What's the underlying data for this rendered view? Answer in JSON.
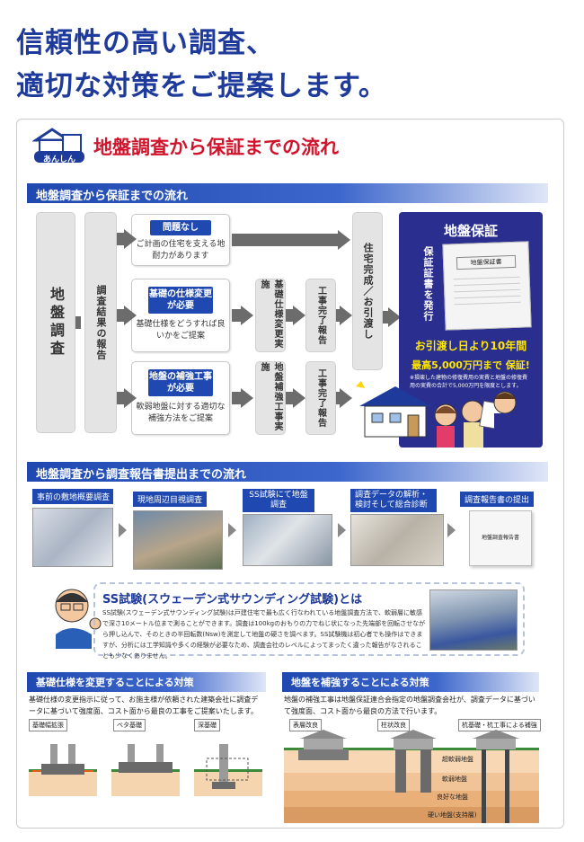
{
  "headline": {
    "line1": "信頼性の高い調査、",
    "line2": "適切な対策をご提案します。"
  },
  "panel_title": {
    "badge": "あんしん",
    "title": "地盤調査から保証までの流れ"
  },
  "flow_section": {
    "bar": "地盤調査から保証までの流れ",
    "survey": "地盤調査",
    "report": "調査結果の報告",
    "cases": [
      {
        "label": "問題なし",
        "desc": "ご計画の住宅を支える地耐力があります"
      },
      {
        "label": "基礎の仕様変更が必要",
        "desc": "基礎仕様をどうすれば良いかをご提案"
      },
      {
        "label": "地盤の補強工事が必要",
        "desc": "軟弱地盤に対する適切な補強方法をご提案"
      }
    ],
    "impl1": "基礎仕様変更実施",
    "impl2": "地盤補強工事実施",
    "done1": "工事完了報告",
    "done2": "工事完了報告",
    "complete": "住宅完成／お引渡し",
    "guarantee": {
      "title": "地盤保証",
      "issue": "保証証書を発行",
      "cert_title": "地盤保証書",
      "term": "お引渡し日より10年間",
      "max": "最高5,000万円まで 保証!",
      "note": "※損壊した建物の修復費用の実費と地盤の修復費用の実費の合計で5,000万円を限度とします。"
    }
  },
  "report_section": {
    "bar": "地盤調査から調査報告書提出までの流れ",
    "steps": [
      {
        "label": "事前の敷地概要調査"
      },
      {
        "label": "現地周辺目視調査"
      },
      {
        "label": "SS試験にて地盤調査"
      },
      {
        "label": "調査データの解析・検討そして総合診断"
      },
      {
        "label": "調査報告書の提出"
      }
    ],
    "report_doc": "地盤調査報告書"
  },
  "ss_test": {
    "title": "SS試験(スウェーデン式サウンディング試験)とは",
    "body": "SS試験(スウェーデン式サウンディング試験)は戸建住宅で最も広く行なわれている地盤調査方法で、軟弱層に敏感で深さ10メートル位まで測ることができます。調査は100kgのおもりの力でねじ状になった先端部を回転させながら押し込んで、そのときの半回転数(Nsw)を測定して地盤の硬さを調べます。SS試験機は初心者でも操作はできますが、分析には工学知識や多くの経験が必要なため、調査会社のレベルによってまったく違った報告がなされることも少なくありません。"
  },
  "foundation_section": {
    "bar": "基礎仕様を変更することによる対策",
    "body": "基礎仕様の変更指示に従って、お施主様が依頼された建築会社に調査データに基づいて強度面、コスト面から最良の工事をご提案いたします。",
    "types": [
      "基礎幅拡張",
      "ベタ基礎",
      "深基礎"
    ]
  },
  "reinforce_section": {
    "bar": "地盤を補強することによる対策",
    "body": "地盤の補強工事は地盤保証連合会指定の地盤調査会社が、調査データに基づいて強度面、コスト面から最良の方法で行います。",
    "types": [
      "表層改良",
      "柱状改良",
      "杭基礎・杭工事による補強"
    ],
    "layers": [
      "超軟弱地盤",
      "軟弱地盤",
      "良好な地盤",
      "硬い地盤(支持層)"
    ]
  },
  "colors": {
    "brand": "#1e3a9a",
    "accent_red": "#d0142c",
    "guarantee_bg": "#2a2f8f",
    "guarantee_yellow": "#ffe600"
  }
}
